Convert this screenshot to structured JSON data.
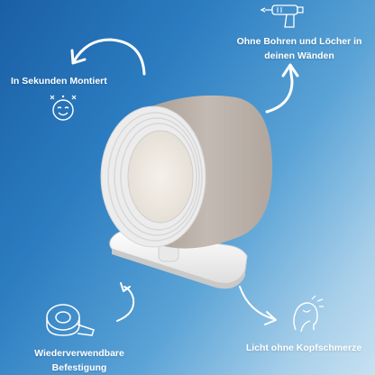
{
  "features": {
    "mount": {
      "label": "In Sekunden Montiert",
      "icon": "smiling-face-icon"
    },
    "no_drilling": {
      "label_line1": "Ohne Bohren und Löcher in",
      "label_line2": "deinen Wänden",
      "icon": "drill-icon"
    },
    "reusable": {
      "label_line1": "Wiederverwendbare",
      "label_line2": "Befestigung",
      "icon": "tape-roll-icon"
    },
    "light": {
      "label": "Licht ohne Kopfschmerze",
      "icon": "headache-icon"
    }
  },
  "product": {
    "name": "lamp-product-image"
  },
  "colors": {
    "text": "#ffffff",
    "bg_left": "#1a5fa6",
    "bg_right": "#c7e1f1",
    "lamp_body": "#b8aea6",
    "lamp_ring": "#f4f4f4"
  }
}
